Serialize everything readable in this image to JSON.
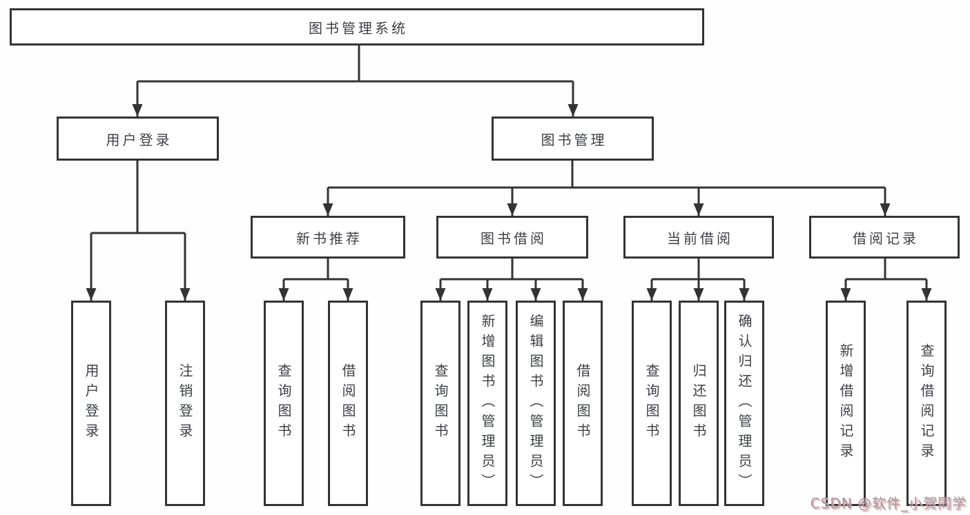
{
  "diagram": {
    "root": {
      "label": "图书管理系统",
      "children": [
        {
          "label": "用户登录",
          "children": [
            {
              "label": "用户登录"
            },
            {
              "label": "注销登录"
            }
          ]
        },
        {
          "label": "图书管理",
          "children": [
            {
              "label": "新书推荐",
              "children": [
                {
                  "label": "查询图书"
                },
                {
                  "label": "借阅图书"
                }
              ]
            },
            {
              "label": "图书借阅",
              "children": [
                {
                  "label": "查询图书"
                },
                {
                  "label": "新增图书（管理员）"
                },
                {
                  "label": "编辑图书（管理员）"
                },
                {
                  "label": "借阅图书"
                }
              ]
            },
            {
              "label": "当前借阅",
              "children": [
                {
                  "label": "查询图书"
                },
                {
                  "label": "归还图书"
                },
                {
                  "label": "确认归还（管理员）"
                }
              ]
            },
            {
              "label": "借阅记录",
              "children": [
                {
                  "label": "新增借阅记录"
                },
                {
                  "label": "查询借阅记录"
                }
              ]
            }
          ]
        }
      ]
    }
  },
  "watermark": {
    "text": "CSDN @软件_小贺同学"
  },
  "colors": {
    "line": "#333333",
    "text": "#3d3f45",
    "box_bg": "#ffffff",
    "wm": "#9b9ba1",
    "wm_shadow": "#e9a3a3"
  }
}
